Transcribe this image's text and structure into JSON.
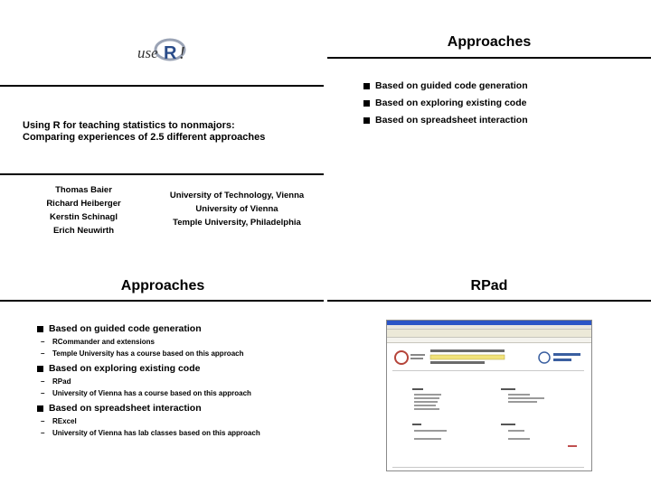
{
  "slide1": {
    "logo": "useR!",
    "title_line1": "Using R for teaching statistics to nonmajors:",
    "title_line2": "Comparing experiences of 2.5 different approaches",
    "authors": [
      "Thomas Baier",
      "Richard Heiberger",
      "Kerstin Schinagl",
      "Erich Neuwirth"
    ],
    "affiliations": [
      "University of Technology, Vienna",
      "University of Vienna",
      "Temple University, Philadelphia"
    ]
  },
  "slide2": {
    "title": "Approaches",
    "bullets": [
      "Based on guided code generation",
      "Based on exploring existing code",
      "Based on spreadsheet interaction"
    ]
  },
  "slide3": {
    "title": "Approaches",
    "items": [
      {
        "label": "Based on guided code generation",
        "subs": [
          "RCommander and extensions",
          "Temple University has a course based on this approach"
        ]
      },
      {
        "label": "Based on exploring existing code",
        "subs": [
          "RPad",
          "University of Vienna has a course based on this approach"
        ]
      },
      {
        "label": "Based on spreadsheet interaction",
        "subs": [
          "RExcel",
          "University of Vienna has lab classes based on this approach"
        ]
      }
    ]
  },
  "slide4": {
    "title": "RPad",
    "screenshot": {
      "browser": "browser-window",
      "sections": [
        "TEAM",
        "PROJECT",
        "GOAL",
        "SUPPORT"
      ],
      "logo_text": "universität wien"
    }
  }
}
